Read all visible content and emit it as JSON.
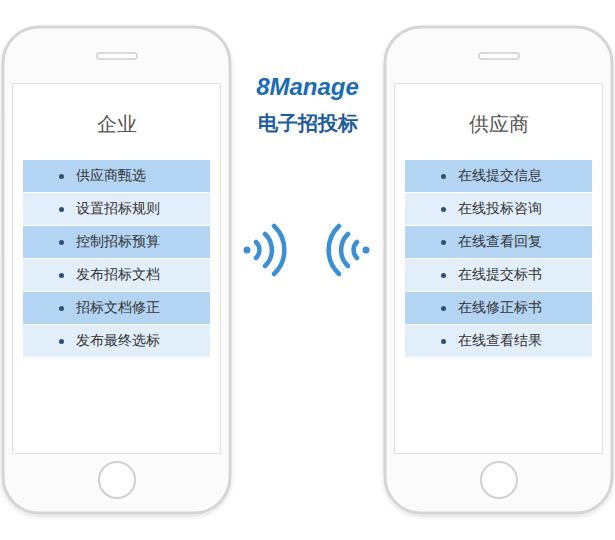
{
  "diagram": {
    "title": "电子招投标",
    "nodes": [
      {
        "text": [
          "企业"
        ]
      },
      {
        "text": [
          "供应商甄选"
        ],
        "in": 0
      },
      {
        "text": [
          "设置招标规则"
        ],
        "in": 0
      },
      {
        "text": [
          "控制招标预算"
        ],
        "in": 0
      },
      {
        "text": [
          "发布招标文档"
        ],
        "in": 0
      },
      {
        "text": [
          "招标文档修正"
        ],
        "in": 0
      },
      {
        "text": [
          "发布最终选标"
        ],
        "in": 0
      },
      {
        "text": [
          "供应商"
        ]
      },
      {
        "text": [
          "在线提交信息"
        ],
        "in": 7
      },
      {
        "text": [
          "在线投标咨询"
        ],
        "in": 7
      },
      {
        "text": [
          "在线查看回复"
        ],
        "in": 7
      },
      {
        "text": [
          "在线提交标书"
        ],
        "in": 7
      },
      {
        "text": [
          "在线修正标书"
        ],
        "in": 7
      },
      {
        "text": [
          "在线查看结果"
        ],
        "in": 7
      }
    ],
    "labels": [
      "8Manage"
    ]
  }
}
